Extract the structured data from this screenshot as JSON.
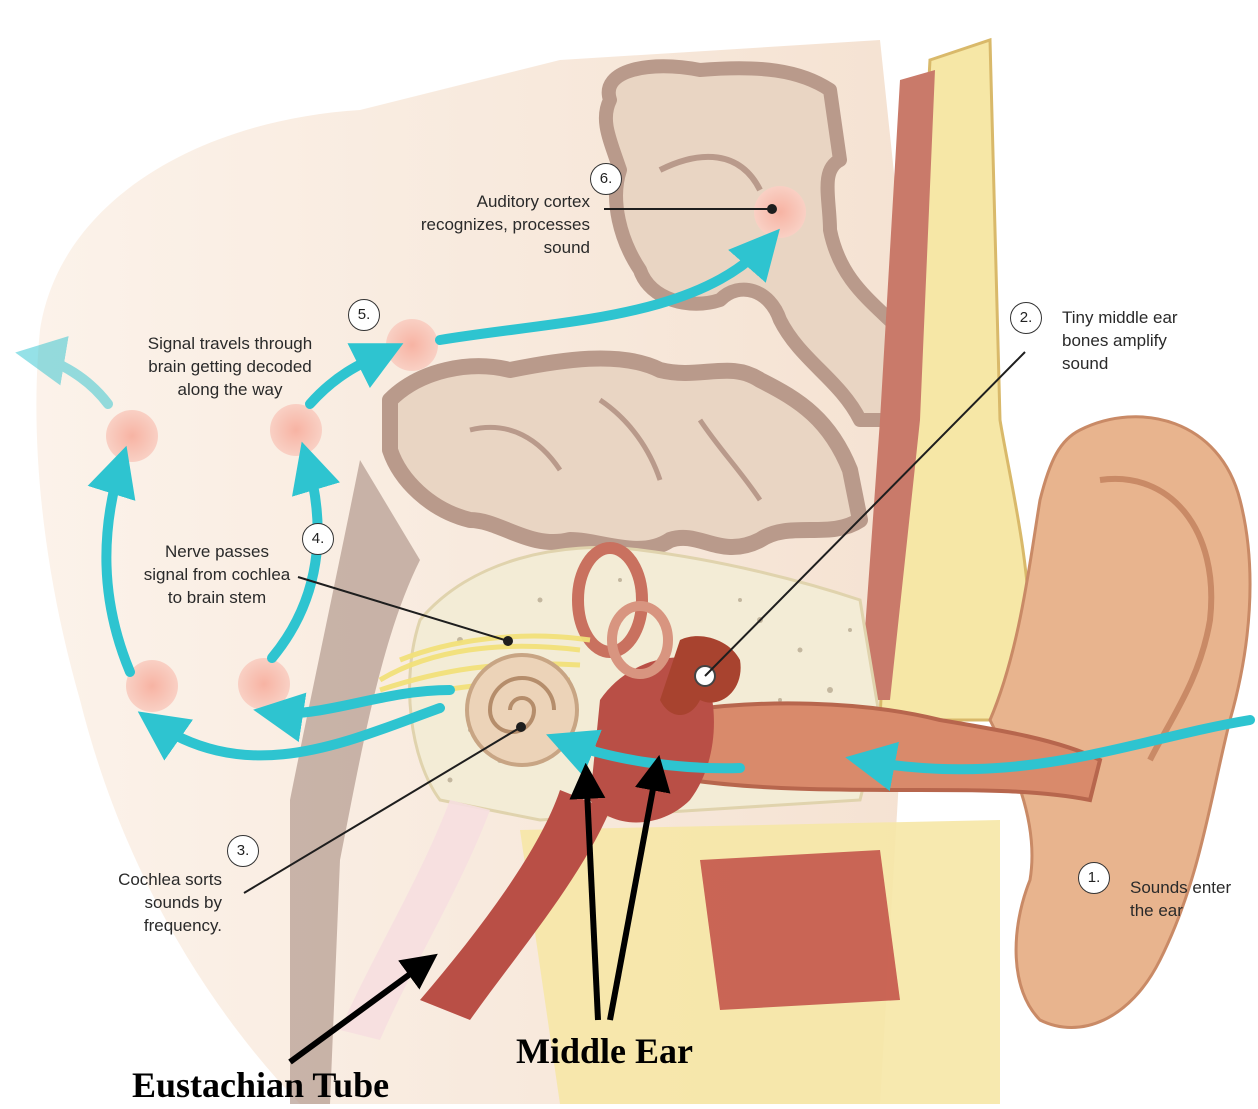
{
  "steps": [
    {
      "number": "1.",
      "text": "Sounds enter\nthe ear"
    },
    {
      "number": "2.",
      "text": "Tiny middle ear\nbones amplify\nsound"
    },
    {
      "number": "3.",
      "text": "Cochlea sorts\nsounds by\nfrequency."
    },
    {
      "number": "4.",
      "text": "Nerve passes\nsignal from cochlea\nto brain stem"
    },
    {
      "number": "5.",
      "text": "Signal travels through\nbrain getting decoded\nalong the way"
    },
    {
      "number": "6.",
      "text": "Auditory cortex\nrecognizes, processes\nsound"
    }
  ],
  "annotations": {
    "middle_ear": "Middle Ear",
    "eustachian_tube": "Eustachian Tube"
  },
  "colors": {
    "flow_arrow": "#2ec4d0",
    "skin": "#e8b48e",
    "brain": "#e9d5c3",
    "brain_shadow": "#b99a8b",
    "bone": "#f6e7a6",
    "muscle": "#c4574b",
    "node": "#f6b5a6"
  }
}
